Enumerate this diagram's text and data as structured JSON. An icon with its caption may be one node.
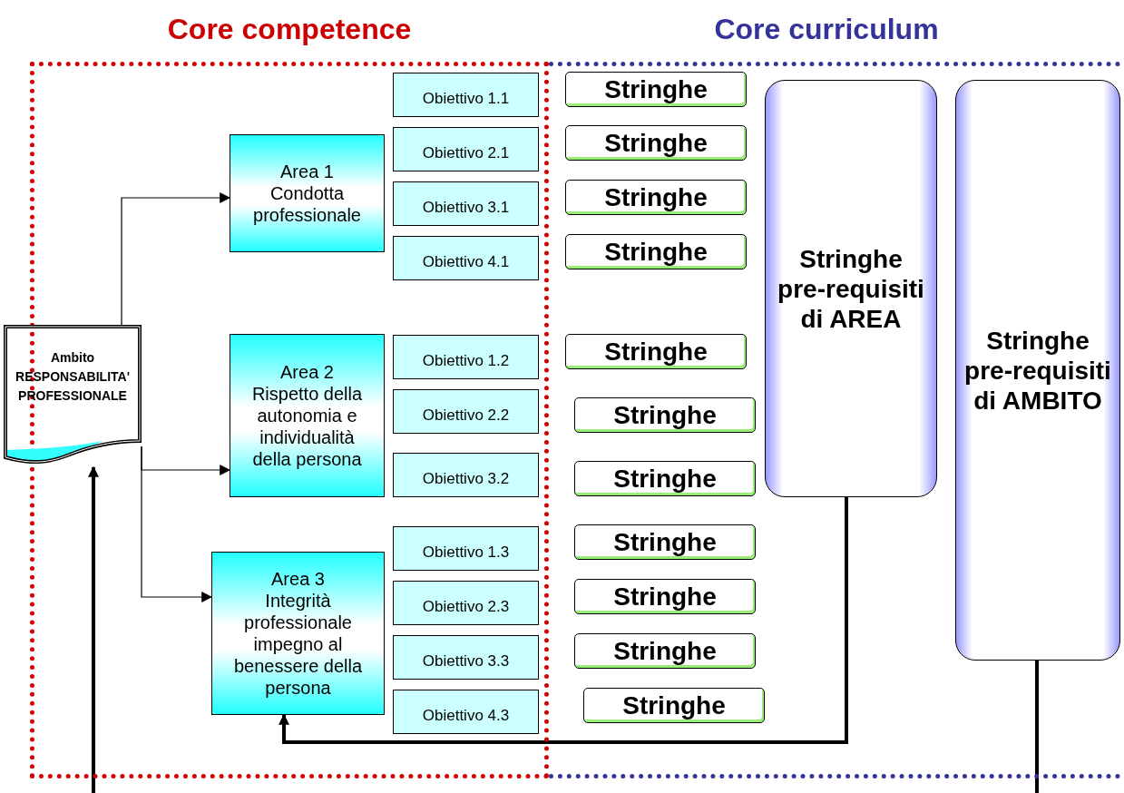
{
  "diagram": {
    "nodes": [
      {
        "text": [
          "Core competence"
        ]
      },
      {
        "text": [
          "Core curriculum"
        ]
      },
      {
        "text": [
          "Ambito RESPONSABILITA' PROFESSIONALE"
        ]
      },
      {
        "text": [
          "Area 1",
          "Condotta professionale"
        ],
        "in": 0
      },
      {
        "text": [
          "Obiettivo 1.1"
        ],
        "in": 0
      },
      {
        "text": [
          "Obiettivo 2.1"
        ],
        "in": 0
      },
      {
        "text": [
          "Obiettivo 3.1"
        ],
        "in": 0
      },
      {
        "text": [
          "Obiettivo 4.1"
        ],
        "in": 0
      },
      {
        "text": [
          "Area 2",
          "Rispetto della autonomia e individualità della persona"
        ],
        "in": 0
      },
      {
        "text": [
          "Obiettivo 1.2"
        ],
        "in": 0
      },
      {
        "text": [
          "Obiettivo 2.2"
        ],
        "in": 0
      },
      {
        "text": [
          "Obiettivo 3.2"
        ],
        "in": 0
      },
      {
        "text": [
          "Area 3",
          "Integrità professionale impegno al benessere della persona"
        ],
        "in": 0
      },
      {
        "text": [
          "Obiettivo 1.3"
        ],
        "in": 0
      },
      {
        "text": [
          "Obiettivo 2.3"
        ],
        "in": 0
      },
      {
        "text": [
          "Obiettivo 3.3"
        ],
        "in": 0
      },
      {
        "text": [
          "Obiettivo 4.3"
        ],
        "in": 0
      },
      {
        "text": [
          "Stringhe"
        ],
        "in": 1
      },
      {
        "text": [
          "Stringhe"
        ],
        "in": 1
      },
      {
        "text": [
          "Stringhe"
        ],
        "in": 1
      },
      {
        "text": [
          "Stringhe"
        ],
        "in": 1
      },
      {
        "text": [
          "Stringhe"
        ],
        "in": 1
      },
      {
        "text": [
          "Stringhe"
        ],
        "in": 1
      },
      {
        "text": [
          "Stringhe"
        ],
        "in": 1
      },
      {
        "text": [
          "Stringhe"
        ],
        "in": 1
      },
      {
        "text": [
          "Stringhe"
        ],
        "in": 1
      },
      {
        "text": [
          "Stringhe"
        ],
        "in": 1
      },
      {
        "text": [
          "Stringhe"
        ],
        "in": 1
      },
      {
        "text": [
          "Stringhe pre-requisiti di AREA"
        ],
        "in": 1
      },
      {
        "text": [
          "Stringhe pre-requisiti di AMBITO"
        ],
        "in": 1
      }
    ],
    "edges": [
      {
        "from": 2,
        "to": 3,
        "arrow": "to"
      },
      {
        "from": 2,
        "to": 8,
        "arrow": "to"
      },
      {
        "from": 2,
        "to": 12,
        "arrow": "to"
      },
      {
        "from": 28,
        "to": 12,
        "arrow": "to",
        "style": "thick"
      },
      {
        "from": 29,
        "to": null,
        "arrow": "none",
        "style": "thick"
      },
      {
        "from": null,
        "to": 2,
        "arrow": "to",
        "style": "thick"
      }
    ]
  }
}
